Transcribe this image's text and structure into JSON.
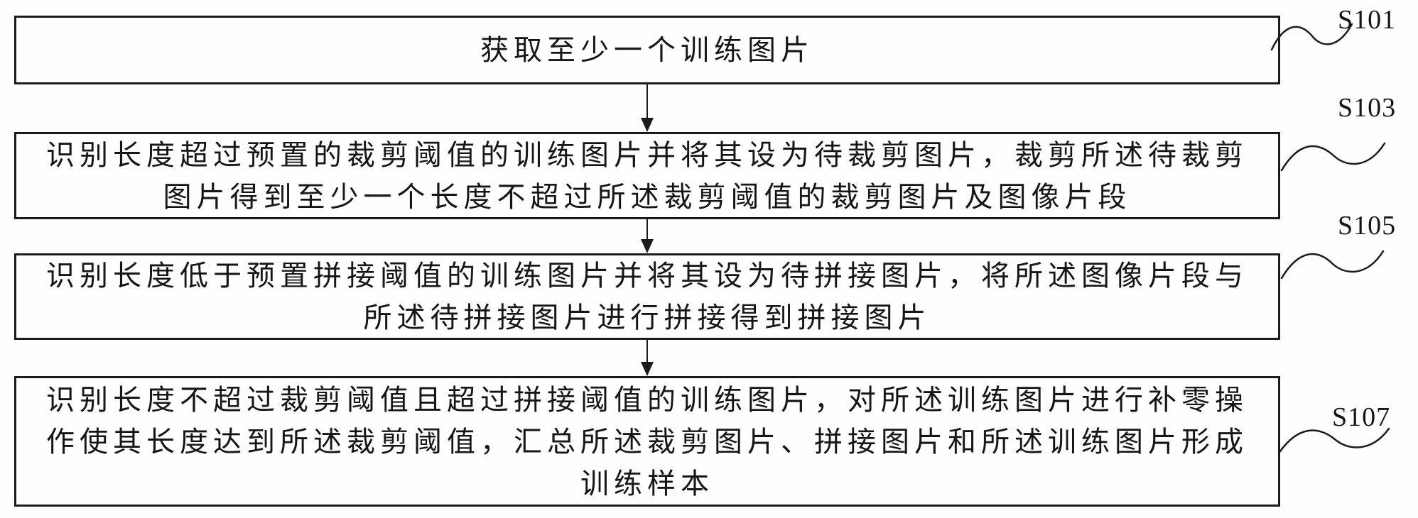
{
  "figure": {
    "type": "flowchart",
    "background_color": "#fefefe",
    "ink_color": "#1c1c1c"
  },
  "steps": [
    {
      "label": "S101",
      "lines": [
        "获取至少一个训练图片"
      ]
    },
    {
      "label": "S103",
      "lines": [
        "识别长度超过预置的裁剪阈值的训练图片并将其设为待裁剪图片，裁剪所述待裁剪",
        "图片得到至少一个长度不超过所述裁剪阈值的裁剪图片及图像片段"
      ]
    },
    {
      "label": "S105",
      "lines": [
        "识别长度低于预置拼接阈值的训练图片并将其设为待拼接图片，将所述图像片段与",
        "所述待拼接图片进行拼接得到拼接图片"
      ]
    },
    {
      "label": "S107",
      "lines": [
        "识别长度不超过裁剪阈值且超过拼接阈值的训练图片，对所述训练图片进行补零操",
        "作使其长度达到所述裁剪阈值，汇总所述裁剪图片、拼接图片和所述训练图片形成",
        "训练样本"
      ]
    }
  ]
}
